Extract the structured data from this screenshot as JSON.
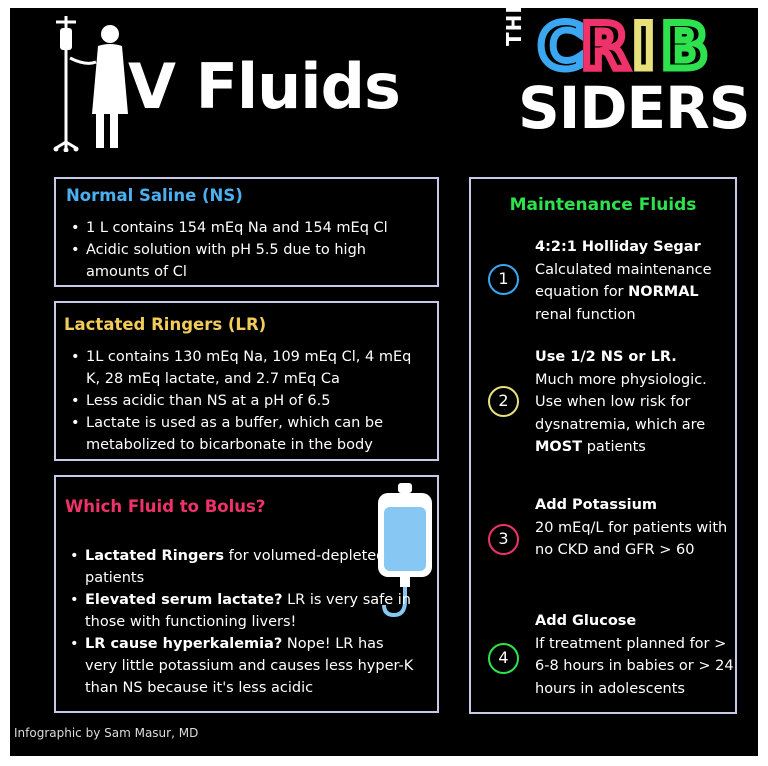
{
  "header": {
    "title_initial": "I",
    "title_rest": "V Fluids",
    "brand_the": "THE",
    "brand_crib": "CRIB",
    "brand_siders": "SIDERS"
  },
  "normal_saline": {
    "title": "Normal Saline (NS)",
    "bullets": [
      "1 L contains 154 mEq Na and 154 mEq Cl",
      "Acidic solution with pH 5.5 due to high amounts of Cl"
    ]
  },
  "lactated_ringers": {
    "title": "Lactated Ringers (LR)",
    "bullets": [
      "1L contains 130 mEq Na, 109 mEq Cl, 4 mEq K, 28 mEq lactate, and 2.7 mEq Ca",
      "Less acidic than NS at a pH of 6.5",
      "Lactate is used as a buffer, which can be metabolized to bicarbonate in the body"
    ]
  },
  "bolus": {
    "title": "Which Fluid to Bolus?",
    "bullets": [
      {
        "bold": "Lactated Ringers",
        "rest": " for volumed-depleted patients"
      },
      {
        "bold": "Elevated serum lactate?",
        "rest": " LR is very safe in those with functioning livers!"
      },
      {
        "bold": "LR cause hyperkalemia?",
        "rest": " Nope! LR has very little potassium and causes less hyper-K than NS because it's less acidic"
      }
    ]
  },
  "maintenance": {
    "title": "Maintenance Fluids",
    "items": [
      {
        "num": "1",
        "color": "#3aa7f0",
        "title": "4:2:1 Holliday Segar",
        "pre": "Calculated maintenance equation for ",
        "bold": "NORMAL",
        "post": " renal function"
      },
      {
        "num": "2",
        "color": "#e8e07a",
        "title": "Use 1/2 NS or LR.",
        "pre": "Much more physiologic. Use when low risk for dysnatremia, which are ",
        "bold": "MOST",
        "post": " patients"
      },
      {
        "num": "3",
        "color": "#f0326b",
        "title": "Add Potassium",
        "pre": "20 mEq/L for patients with no CKD and GFR > 60",
        "bold": "",
        "post": ""
      },
      {
        "num": "4",
        "color": "#2de24d",
        "title": "Add Glucose",
        "pre": "If treatment planned for > 6-8 hours in babies or > 24 hours in adolescents",
        "bold": "",
        "post": ""
      }
    ]
  },
  "credit": "Infographic by Sam Masur, MD",
  "colors": {
    "blue": "#4cb0f0",
    "yellow": "#f2cc5a",
    "pink": "#f0326b",
    "green": "#2de24d",
    "border": "#c6c9e8"
  },
  "icons": {
    "patient": "iv-pole-patient-icon",
    "bag": "iv-bag-icon"
  }
}
